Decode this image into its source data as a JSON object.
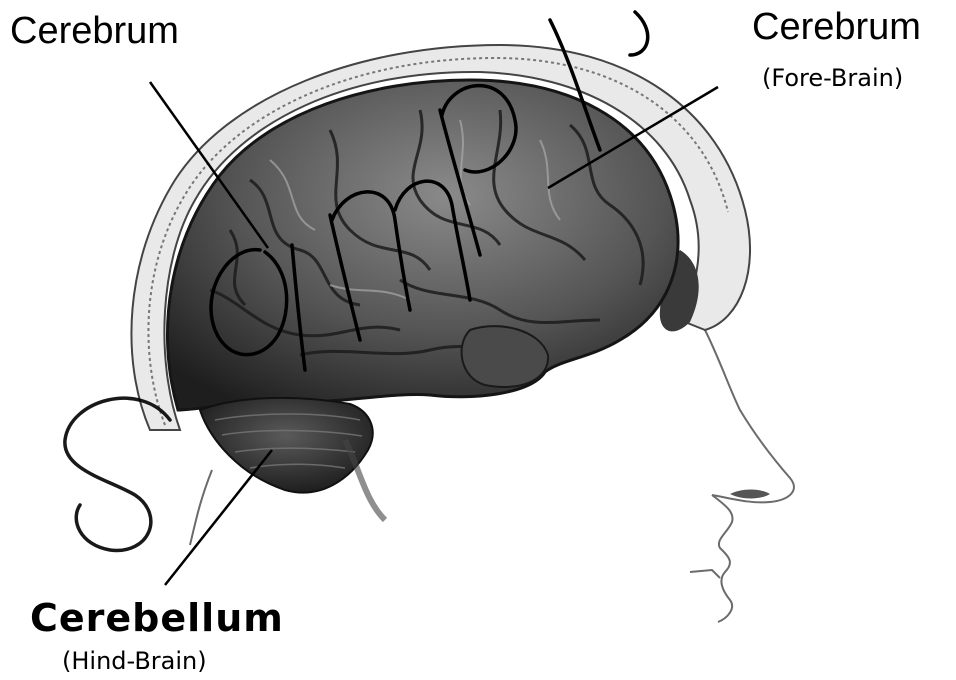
{
  "labels": {
    "cerebrum_left": "Cerebrum",
    "cerebrum_right": "Cerebrum",
    "cerebrum_right_sub": "(Fore-Brain)",
    "cerebellum": "Cerebellum",
    "cerebellum_sub": "(Hind-Brain)"
  },
  "watermark": "sample",
  "colors": {
    "background": "#ffffff",
    "ink": "#000000",
    "brain_dark": "#2b2b2b",
    "brain_mid": "#6a6a6a",
    "skull": "#e6e6e6"
  }
}
